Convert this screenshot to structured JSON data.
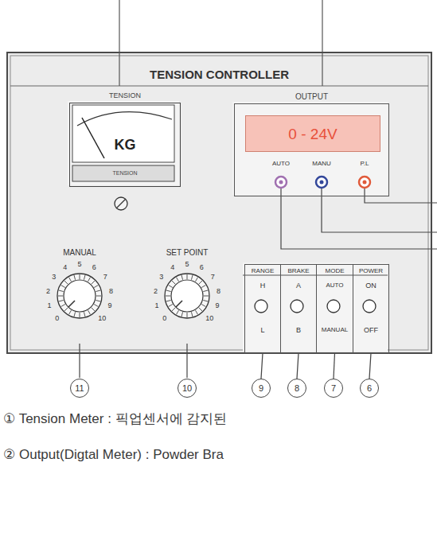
{
  "diagram": {
    "nodes": [
      {
        "text": [
          "TENSION CONTROLLER"
        ]
      },
      {
        "text": [
          "TENSION",
          "KG",
          "TENSION"
        ],
        "in": 0
      },
      {
        "text": [
          "OUTPUT"
        ],
        "in": 0
      },
      {
        "text": [
          "0 - 24V"
        ],
        "in": 2
      },
      {
        "text": [
          "RANGE",
          "H",
          "L"
        ],
        "in": 0
      },
      {
        "text": [
          "BRAKE",
          "A",
          "B"
        ],
        "in": 0
      },
      {
        "text": [
          "MODE",
          "AUTO",
          "MANUAL"
        ],
        "in": 0
      },
      {
        "text": [
          "POWER",
          "ON",
          "OFF"
        ],
        "in": 0
      },
      {
        "text": [
          "11"
        ]
      },
      {
        "text": [
          "10"
        ]
      },
      {
        "text": [
          "9"
        ]
      },
      {
        "text": [
          "8"
        ]
      },
      {
        "text": [
          "7"
        ]
      },
      {
        "text": [
          "6"
        ]
      }
    ],
    "edges": [
      {
        "from": 4,
        "to": 10,
        "arrow": "none"
      },
      {
        "from": 5,
        "to": 11,
        "arrow": "none"
      },
      {
        "from": 6,
        "to": 12,
        "arrow": "none"
      },
      {
        "from": 7,
        "to": 13,
        "arrow": "none"
      }
    ],
    "labels": [
      "AUTO",
      "MANU",
      "P.L",
      "MANUAL",
      "0",
      "1",
      "2",
      "3",
      "4",
      "5",
      "6",
      "7",
      "8",
      "9",
      "10",
      "SET POINT",
      "0",
      "1",
      "2",
      "3",
      "4",
      "5",
      "6",
      "7",
      "8",
      "9",
      "10",
      "① Tension Meter : 픽업센서에 감지된",
      "② Output(Digtal Meter) : Powder Bra"
    ]
  }
}
